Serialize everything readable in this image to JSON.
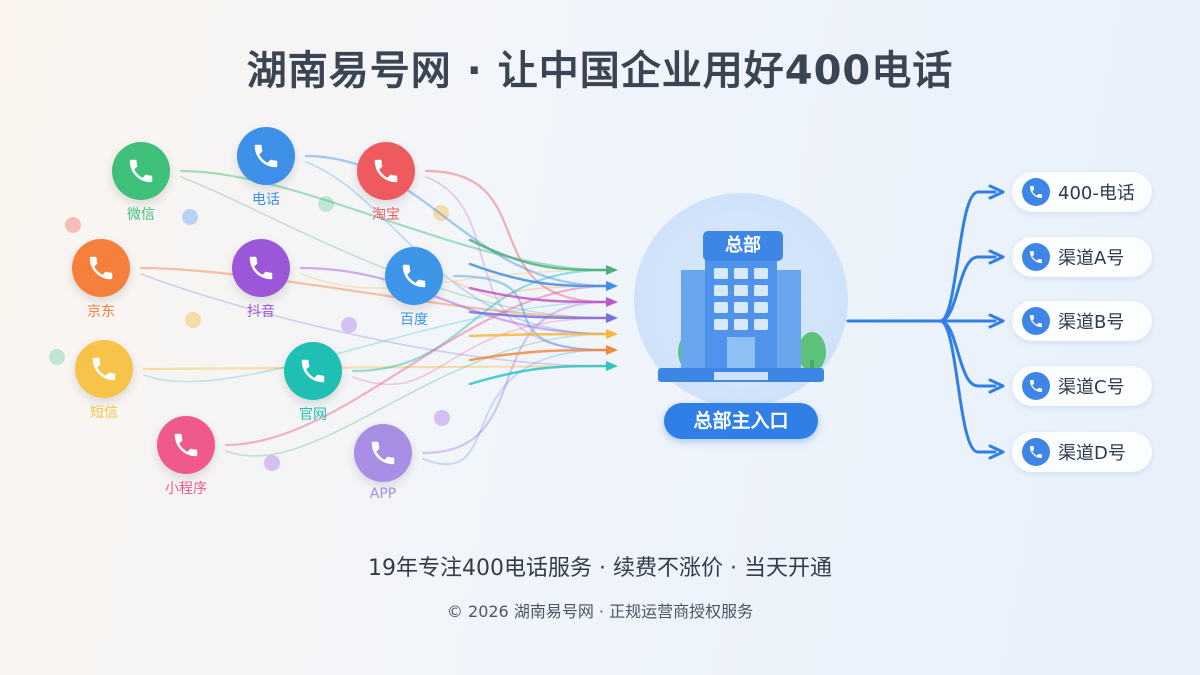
{
  "header": {
    "title": "湖南易号网 · 让中国企业用好400电话"
  },
  "channels": [
    {
      "label": "微信",
      "color": "#3ec07a",
      "icon": "phone-icon"
    },
    {
      "label": "电话",
      "color": "#3d8fe8",
      "icon": "phone-icon"
    },
    {
      "label": "淘宝",
      "color": "#ef5a5f",
      "icon": "phone-icon"
    },
    {
      "label": "京东",
      "color": "#f57f3b",
      "icon": "phone-icon"
    },
    {
      "label": "抖音",
      "color": "#9b56d9",
      "icon": "phone-icon"
    },
    {
      "label": "百度",
      "color": "#3d95e8",
      "icon": "phone-icon"
    },
    {
      "label": "短信",
      "color": "#f7c34a",
      "icon": "phone-icon"
    },
    {
      "label": "官网",
      "color": "#1fbfb3",
      "icon": "phone-icon"
    },
    {
      "label": "小程序",
      "color": "#ef5a8a",
      "icon": "phone-icon"
    },
    {
      "label": "APP",
      "color": "#a98ee6",
      "icon": "phone-icon"
    }
  ],
  "hq": {
    "label": "总部",
    "entry_label": "总部主入口",
    "icon": "office-building-icon"
  },
  "outputs": [
    {
      "label": "400-电话"
    },
    {
      "label": "渠道A号"
    },
    {
      "label": "渠道B号"
    },
    {
      "label": "渠道C号"
    },
    {
      "label": "渠道D号"
    }
  ],
  "footer": {
    "tagline": "19年专注400电话服务 · 续费不涨价 · 当天开通",
    "copyright": "© 2026 湖南易号网 · 正规运营商授权服务"
  },
  "colors": {
    "accent": "#2f7fe6",
    "title": "#3b4452",
    "arrow_colors": [
      "#4caf7d",
      "#3d8fe8",
      "#c054c9",
      "#7d6ee0",
      "#f6b93b",
      "#f58a3b",
      "#2ec4c4",
      "#ef5a8a"
    ]
  }
}
